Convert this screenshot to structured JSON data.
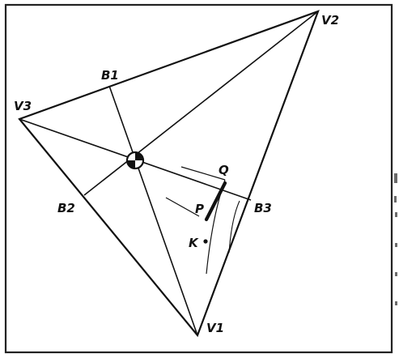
{
  "diagram": {
    "colors": {
      "ink": "#111111",
      "paper": "#ffffff",
      "frame": "#222222",
      "edge_marks": "#6a6a6a"
    },
    "labels": {
      "v1": "V1",
      "v2": "V2",
      "v3": "V3",
      "b1": "B1",
      "b2": "B2",
      "b3": "B3",
      "p": "P",
      "q": "Q",
      "k": "K"
    },
    "elements": {
      "triangle": "triangle V1 V2 V3",
      "median_b1": "line from V1 to B1",
      "median_b2": "line from V2 to B2",
      "median_b3": "line from V3 to B3",
      "centroid": "center-of-mass-icon",
      "segment_pq": "thick segment P to Q",
      "point_k": "point K"
    }
  }
}
